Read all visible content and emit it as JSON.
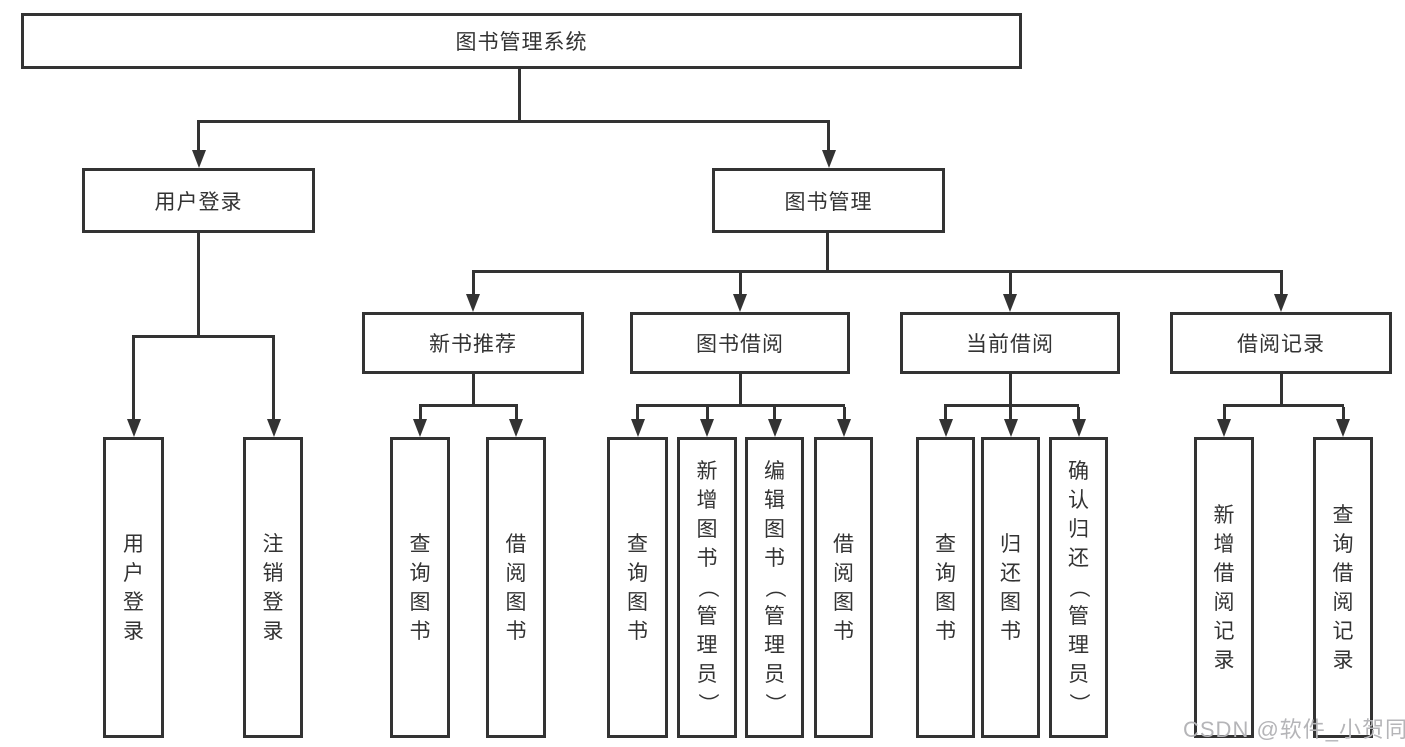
{
  "diagram": {
    "root": "图书管理系统",
    "level2": {
      "user_login": "用户登录",
      "book_management": "图书管理"
    },
    "level3": {
      "new_book_recommend": "新书推荐",
      "book_borrowing": "图书借阅",
      "current_borrowing": "当前借阅",
      "borrowing_records": "借阅记录"
    },
    "leaves": {
      "user_login": [
        "用户登录",
        "注销登录"
      ],
      "new_book_recommend": [
        "查询图书",
        "借阅图书"
      ],
      "book_borrowing": [
        "查询图书",
        "新增图书（管理员）",
        "编辑图书（管理员）",
        "借阅图书"
      ],
      "current_borrowing": [
        "查询图书",
        "归还图书",
        "确认归还（管理员）"
      ],
      "borrowing_records": [
        "新增借阅记录",
        "查询借阅记录"
      ]
    }
  },
  "watermark": "CSDN @软件_小贺同学",
  "colors": {
    "line": "#333333",
    "text": "#333333",
    "watermark": "#b5b5b8",
    "background": "#ffffff"
  }
}
